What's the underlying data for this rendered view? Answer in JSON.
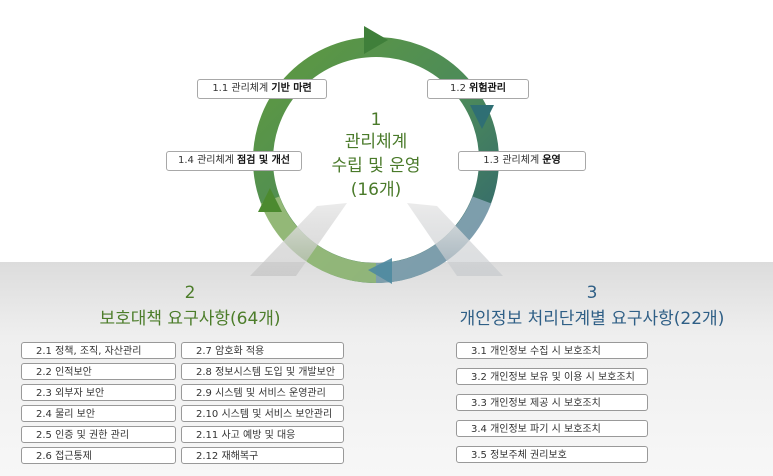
{
  "center": {
    "number": "1",
    "title_line1": "관리체계",
    "title_line2": "수립 및 운영",
    "count": "(16개)"
  },
  "cycle_tags": [
    {
      "prefix": "1.1 관리체계 ",
      "bold": "기반 마련"
    },
    {
      "prefix": "1.2 ",
      "bold": "위험관리"
    },
    {
      "prefix": "1.3 관리체계 ",
      "bold": "운영"
    },
    {
      "prefix": "1.4 관리체계 ",
      "bold": "점검 및 개선"
    }
  ],
  "section2": {
    "number": "2",
    "title": "보호대책 요구사항(64개)",
    "items_left": [
      "2.1 정책, 조직, 자산관리",
      "2.2 인적보안",
      "2.3 외부자 보안",
      "2.4 물리 보안",
      "2.5 인증 및 권한 관리",
      "2.6 접근통제"
    ],
    "items_right": [
      "2.7 암호화 적용",
      "2.8 정보시스템 도입 및 개발보안",
      "2.9 시스템 및 서비스 운영관리",
      "2.10 시스템 및 서비스 보안관리",
      "2.11 사고 예방 및 대응",
      "2.12 재해복구"
    ]
  },
  "section3": {
    "number": "3",
    "title": "개인정보 처리단계별 요구사항(22개)",
    "items": [
      "3.1 개인정보 수집 시 보호조치",
      "3.2 개인정보 보유 및 이용 시 보호조치",
      "3.3 개인정보 제공 시 보호조치",
      "3.4 개인정보 파기 시 보호조치",
      "3.5 정보주체 권리보호"
    ]
  },
  "colors": {
    "green": "#4c7d2a",
    "blue": "#2f5f86",
    "ring_green": "#5f9a3f",
    "ring_teal": "#2f6f74"
  }
}
